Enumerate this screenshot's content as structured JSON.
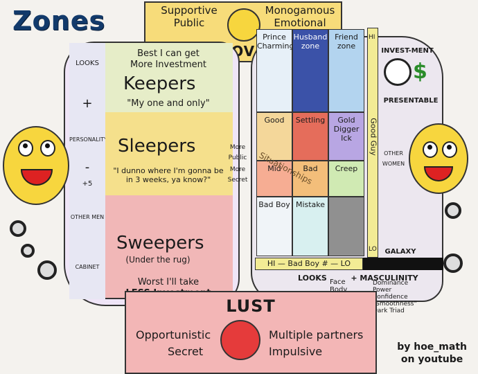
{
  "title": "Zones",
  "love": {
    "top_left": "Supportive",
    "top_left_2": "Public",
    "top_right": "Monogamous",
    "top_right_2": "Emotional",
    "label": "LOVE"
  },
  "lust": {
    "label": "LUST",
    "left_1": "Opportunistic",
    "left_2": "Secret",
    "right_1": "Multiple partners",
    "right_2": "Impulsive"
  },
  "left": {
    "col": [
      "LOOKS",
      "+",
      "PERSONALITY",
      "-",
      "+5",
      "OTHER MEN",
      "CABINET"
    ],
    "z1_top": "Best I can get",
    "z1_top2": "More Investment",
    "z1_title": "Keepers",
    "z1_quote": "\"My one and only\"",
    "z2_title": "Sleepers",
    "z2_quote": "\"I dunno where I'm gonna be in 3 weeks, ya know?\"",
    "z3_title": "Sweepers",
    "z3_sub": "(Under the rug)",
    "z3_bottom": "Worst I'll take",
    "z3_bottom2": "LESS Investment"
  },
  "mid": {
    "more_public": "More Public",
    "more_secret": "More Secret"
  },
  "right": {
    "grid": [
      [
        "Prince Charming",
        "Husband zone",
        "Friend zone"
      ],
      [
        "Good",
        "Settling",
        "Gold Digger Ick"
      ],
      [
        "Mid",
        "Bad",
        "Creep"
      ],
      [
        "Bad Boy",
        "Mistake",
        ""
      ]
    ],
    "situationships": "Situationships",
    "good_guy": "Good Guy",
    "hi": "HI",
    "lo": "LO",
    "bad_boy_axis": "HI — Bad Boy # — LO",
    "investment": "INVEST-MENT",
    "presentable": "PRESENTABLE",
    "other_women": "OTHER WOMEN",
    "galaxy": "GALAXY",
    "looks": "LOOKS",
    "masculinity": "+ MASCULINITY",
    "face_list": "Face\nBody\nHeight\nVoice",
    "masc_list": "Dominance\nPower\nConfidence\n\"Smoothness\"\nDark Triad"
  },
  "credit_1": "by hoe_math",
  "credit_2": "on youtube"
}
